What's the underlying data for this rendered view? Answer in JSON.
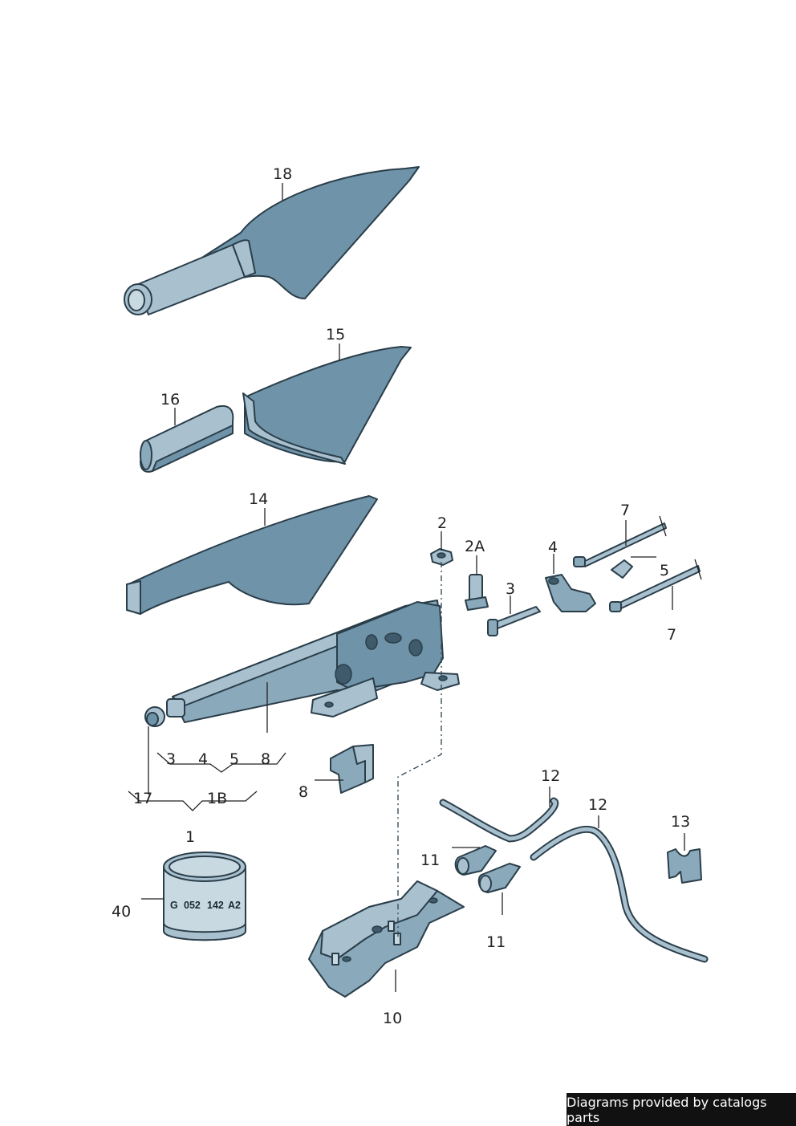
{
  "callouts": {
    "c18": "18",
    "c15": "15",
    "c16": "16",
    "c14": "14",
    "c2": "2",
    "c2a": "2A",
    "c7a": "7",
    "c4": "4",
    "c5": "5",
    "c3": "3",
    "c7b": "7",
    "c_group_3": "3",
    "c_group_4": "4",
    "c_group_5": "5",
    "c_group_8": "8",
    "c8": "8",
    "c17": "17",
    "c1b": "1B",
    "c1": "1",
    "c40": "40",
    "c12a": "12",
    "c12b": "12",
    "c13": "13",
    "c11a": "11",
    "c11b": "11",
    "c10": "10"
  },
  "can_label": {
    "g": "G",
    "n1": "052",
    "n2": "142",
    "n3": "A2"
  },
  "footer": "Diagrams provided by catalogs parts",
  "colors": {
    "part_fill": "#6f93a8",
    "part_light": "#a9c1cf",
    "outline": "#2a3e4a",
    "footer_bg": "#111111"
  }
}
